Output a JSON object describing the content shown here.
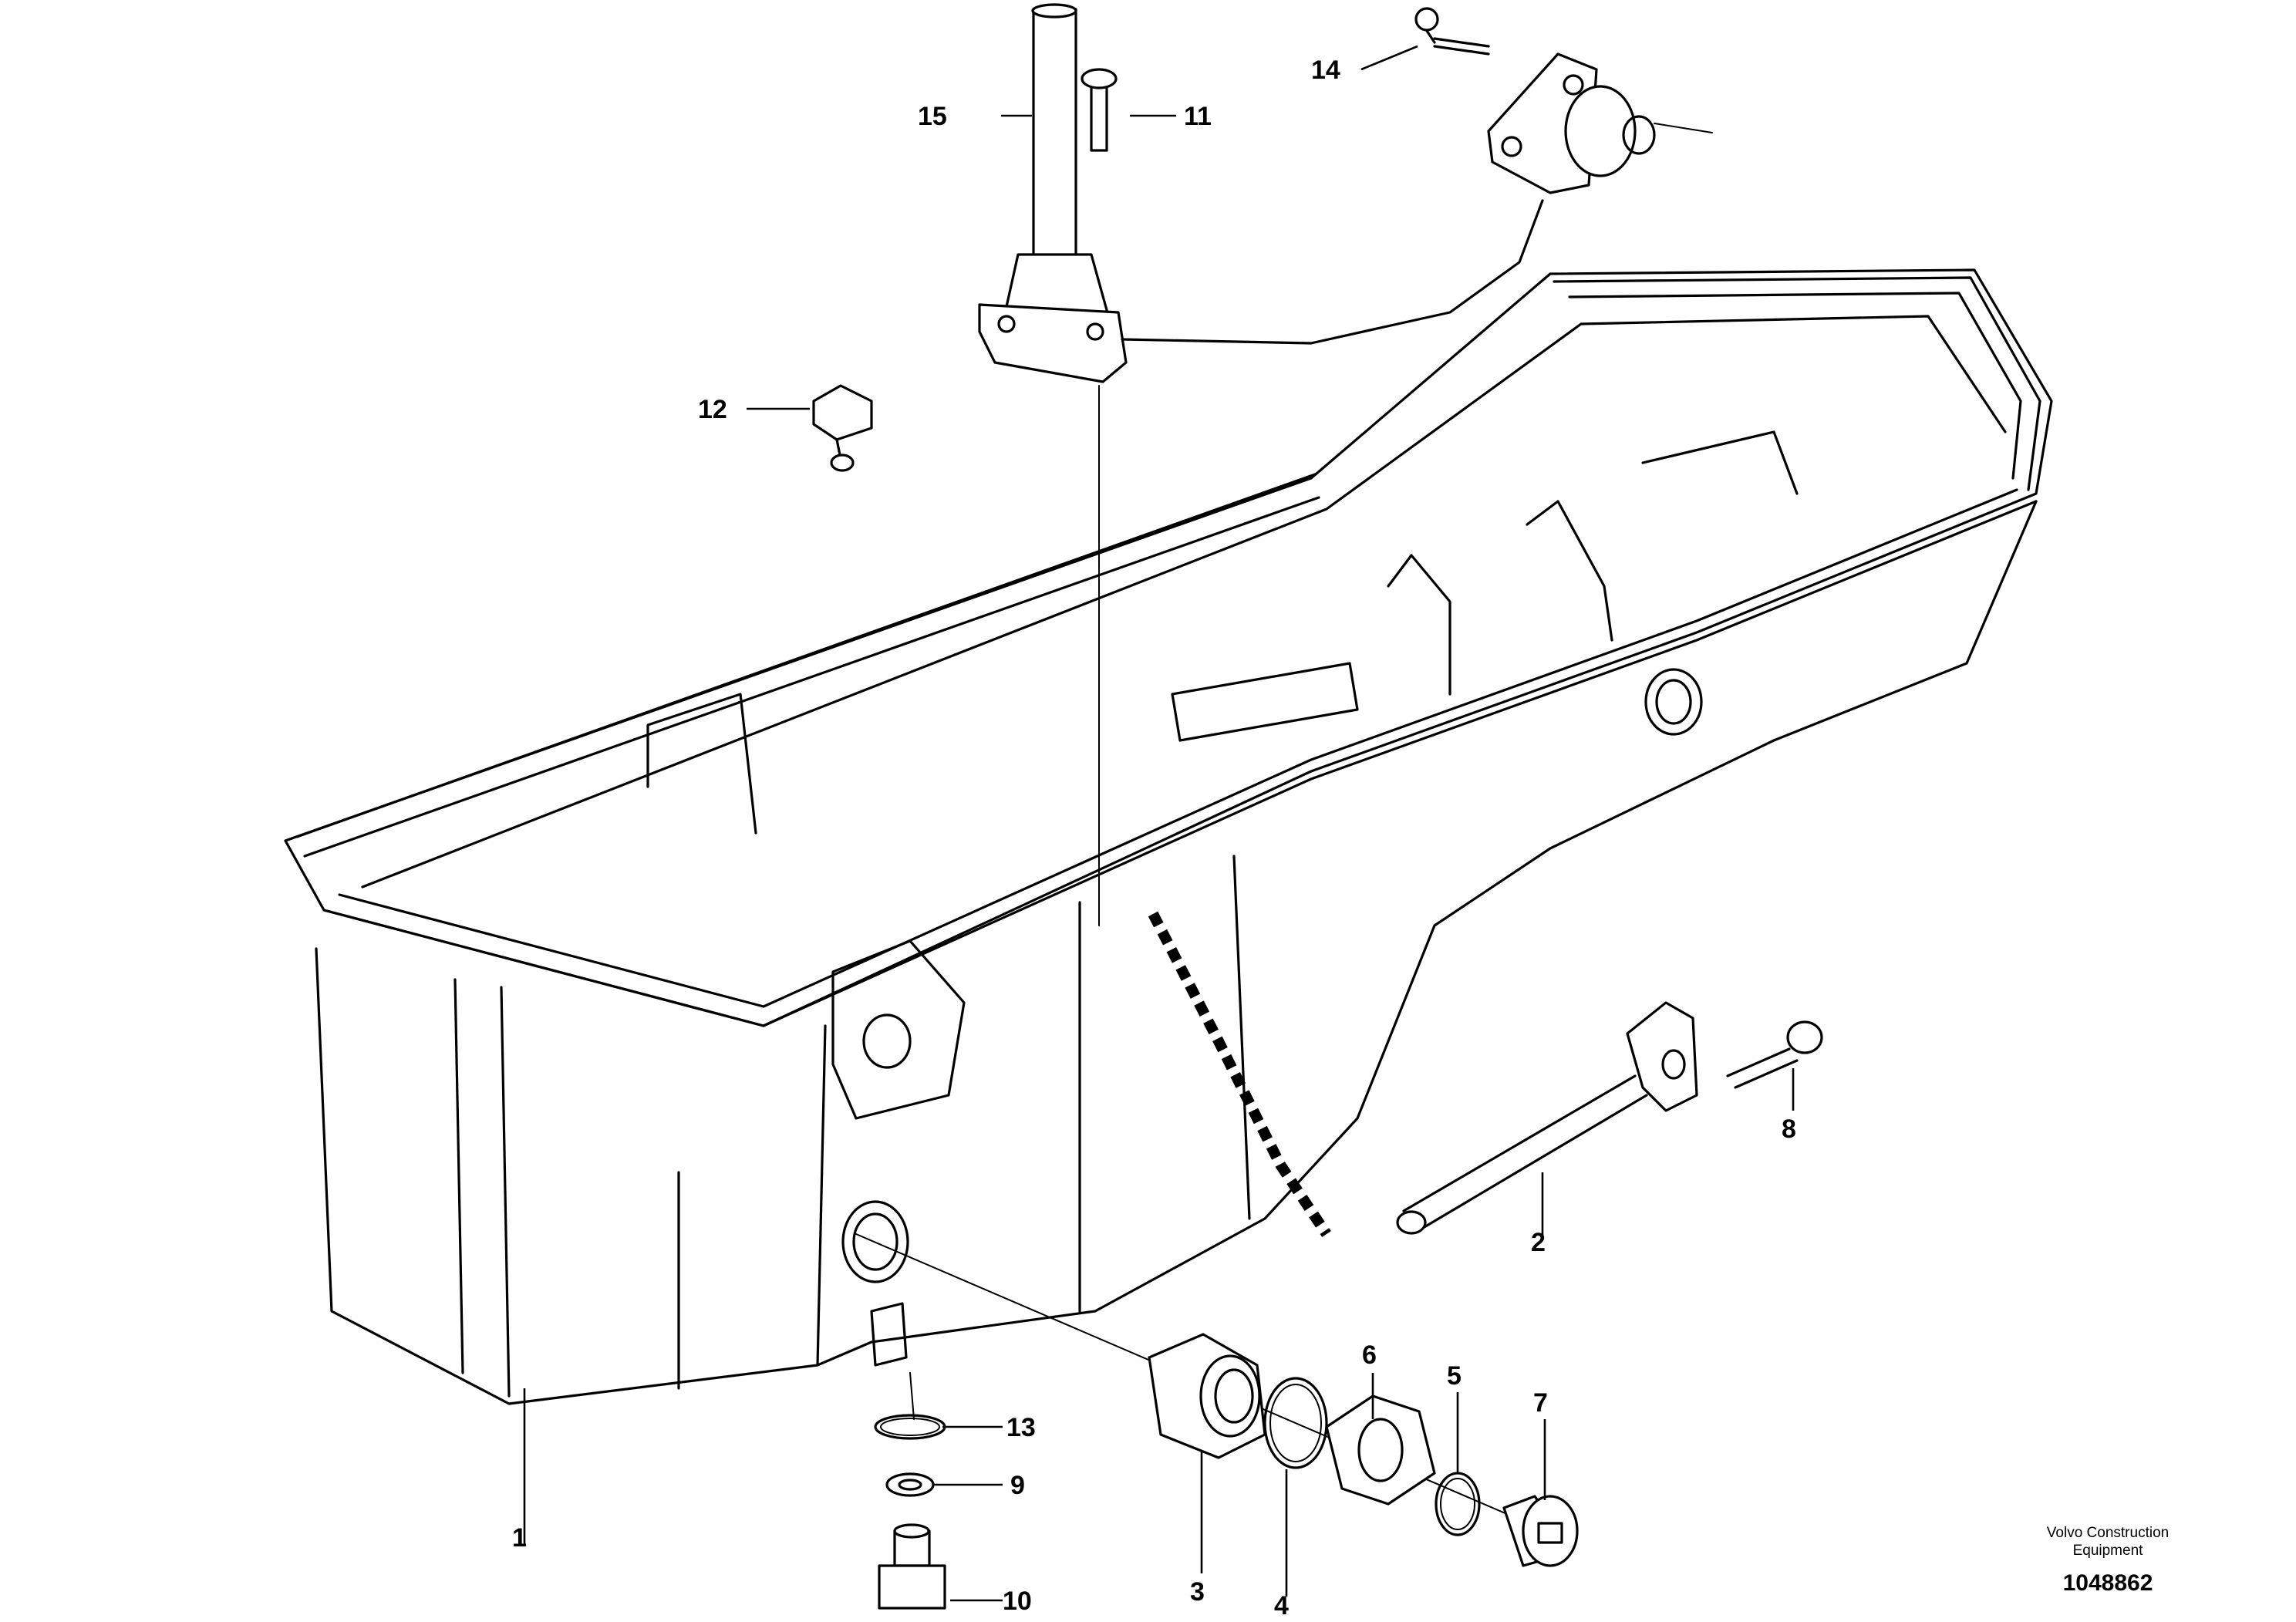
{
  "callouts": [
    {
      "id": "1",
      "label": "1"
    },
    {
      "id": "2",
      "label": "2"
    },
    {
      "id": "3",
      "label": "3"
    },
    {
      "id": "4",
      "label": "4"
    },
    {
      "id": "5",
      "label": "5"
    },
    {
      "id": "6",
      "label": "6"
    },
    {
      "id": "7",
      "label": "7"
    },
    {
      "id": "8",
      "label": "8"
    },
    {
      "id": "9",
      "label": "9"
    },
    {
      "id": "10",
      "label": "10"
    },
    {
      "id": "11",
      "label": "11"
    },
    {
      "id": "12",
      "label": "12"
    },
    {
      "id": "13",
      "label": "13"
    },
    {
      "id": "14",
      "label": "14"
    },
    {
      "id": "15",
      "label": "15"
    }
  ],
  "footer": {
    "brand_line1": "Volvo Construction",
    "brand_line2": "Equipment",
    "document_number": "1048862"
  }
}
